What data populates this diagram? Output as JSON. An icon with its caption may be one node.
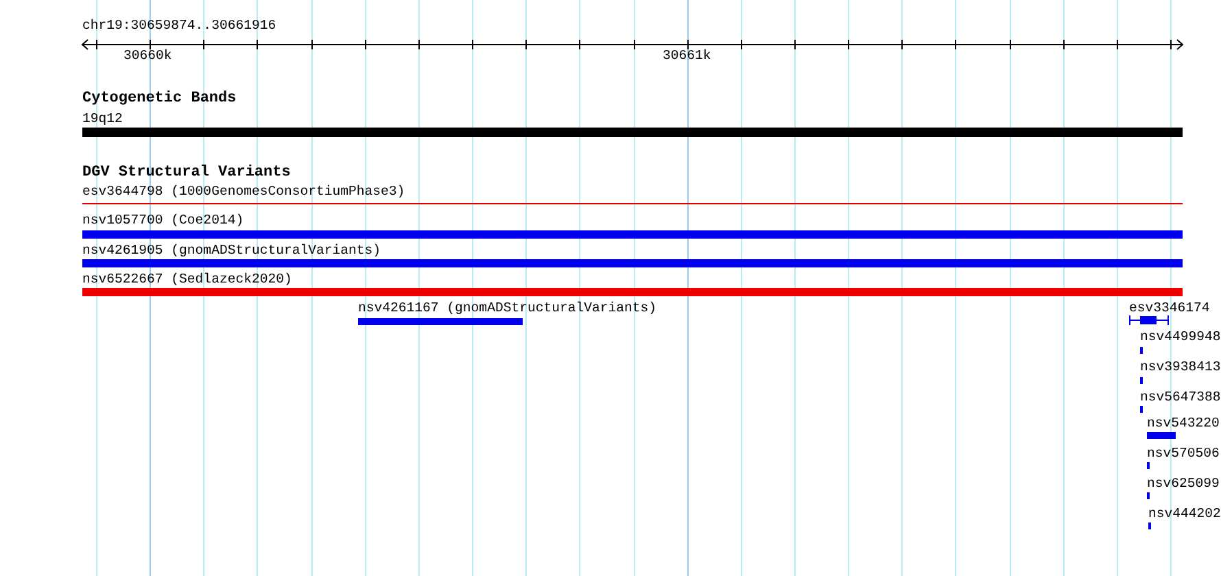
{
  "diagram": {
    "nodes": [
      {
        "text": [
          "19q12"
        ]
      },
      {
        "text": [
          "esv3644798 (1000GenomesConsortiumPhase3)"
        ]
      },
      {
        "text": [
          "nsv1057700 (Coe2014)"
        ]
      },
      {
        "text": [
          "nsv4261905 (gnomADStructuralVariants)"
        ]
      },
      {
        "text": [
          "nsv6522667 (Sedlazeck2020)"
        ]
      },
      {
        "text": [
          "nsv4261167 (gnomADStructuralVariants)"
        ]
      },
      {
        "text": [
          "esv3346174"
        ]
      },
      {
        "text": [
          "nsv4499948"
        ]
      },
      {
        "text": [
          "nsv3938413"
        ]
      },
      {
        "text": [
          "nsv5647388"
        ]
      },
      {
        "text": [
          "nsv543220"
        ]
      },
      {
        "text": [
          "nsv570506"
        ]
      },
      {
        "text": [
          "nsv625099"
        ]
      },
      {
        "text": [
          "nsv444202"
        ]
      }
    ],
    "labels": [
      "chr19:30659874..30661916",
      "30660k",
      "30661k",
      "Cytogenetic Bands",
      "DGV Structural Variants"
    ]
  }
}
